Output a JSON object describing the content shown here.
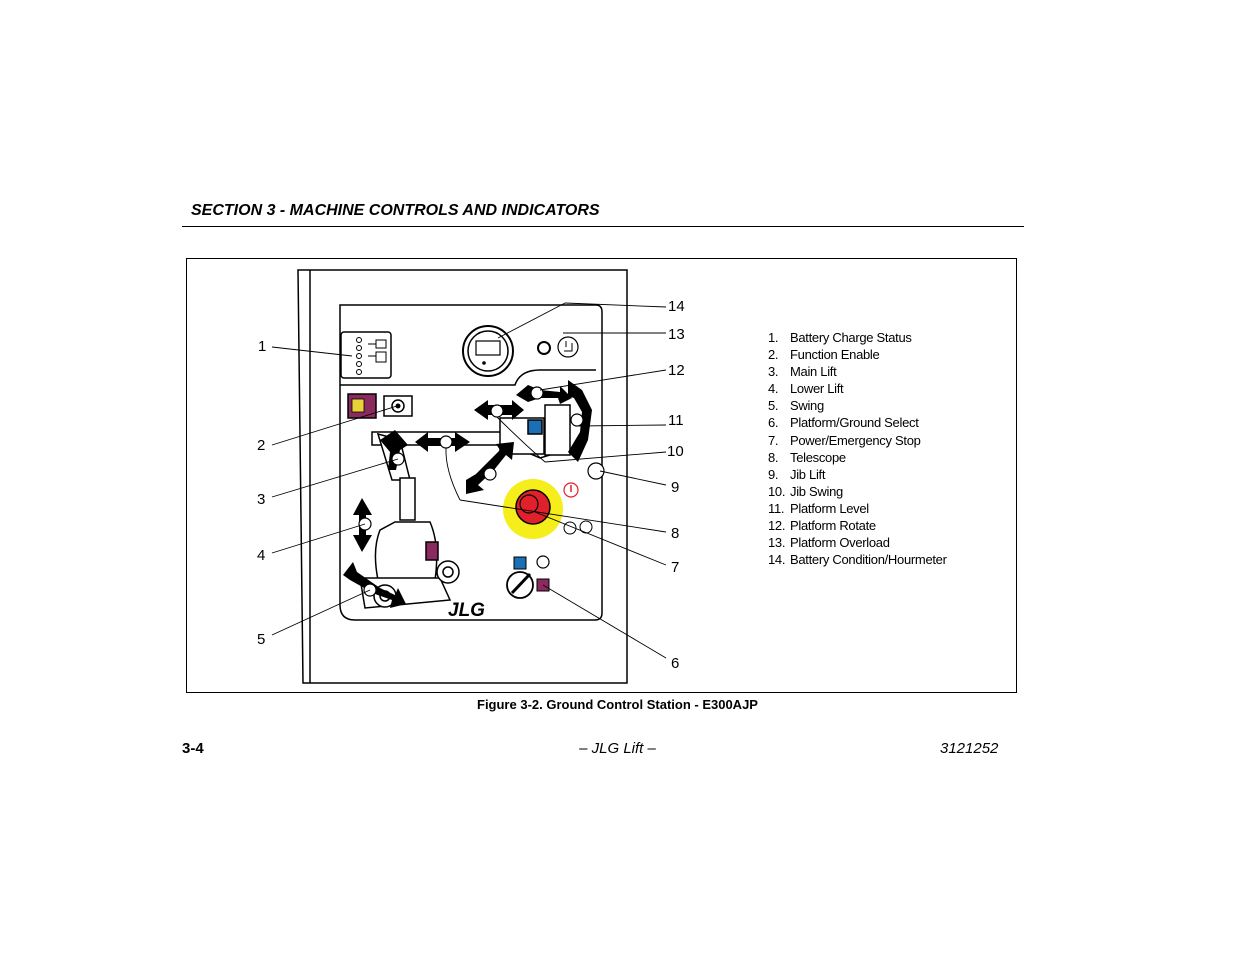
{
  "header": {
    "section_title": "SECTION 3 - MACHINE CONTROLS AND INDICATORS"
  },
  "figure": {
    "callouts": [
      "1",
      "2",
      "3",
      "4",
      "5",
      "6",
      "7",
      "8",
      "9",
      "10",
      "11",
      "12",
      "13",
      "14"
    ],
    "legend": [
      {
        "num": "1.",
        "label": "Battery Charge Status"
      },
      {
        "num": "2.",
        "label": "Function Enable"
      },
      {
        "num": "3.",
        "label": "Main Lift"
      },
      {
        "num": "4.",
        "label": "Lower Lift"
      },
      {
        "num": "5.",
        "label": "Swing"
      },
      {
        "num": "6.",
        "label": "Platform/Ground Select"
      },
      {
        "num": "7.",
        "label": "Power/Emergency Stop"
      },
      {
        "num": "8.",
        "label": "Telescope"
      },
      {
        "num": "9.",
        "label": "Jib Lift"
      },
      {
        "num": "10.",
        "label": "Jib Swing"
      },
      {
        "num": "11.",
        "label": "Platform Level"
      },
      {
        "num": "12.",
        "label": "Platform Rotate"
      },
      {
        "num": "13.",
        "label": "Platform Overload"
      },
      {
        "num": "14.",
        "label": "Battery Condition/Hourmeter"
      }
    ],
    "logo_text": "JLG",
    "caption": "Figure 3-2. Ground Control Station - E300AJP"
  },
  "footer": {
    "page": "3-4",
    "center": "– JLG Lift –",
    "doc_number": "3121252"
  },
  "colors": {
    "estop_red": "#e0202a",
    "estop_ring": "#f5ee1a",
    "enable_purple": "#8a2a5e",
    "platform_blue": "#1a6fb5"
  }
}
